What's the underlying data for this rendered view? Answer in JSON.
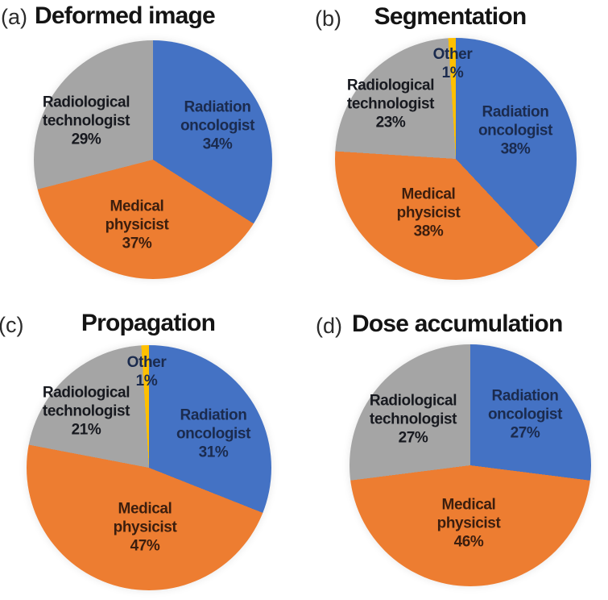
{
  "figure": {
    "panels": [
      {
        "prefix": "(a)",
        "title": "Deformed image"
      },
      {
        "prefix": "(b)",
        "title": "Segmentation"
      },
      {
        "prefix": "(c)",
        "title": "Propagation"
      },
      {
        "prefix": "(d)",
        "title": "Dose accumulation"
      }
    ]
  },
  "colors": {
    "radiation_oncologist": "#4472C4",
    "medical_physicist": "#ED7D31",
    "radiological_technologist": "#A5A5A5",
    "other": "#FFC000"
  },
  "chart_data": [
    {
      "type": "pie",
      "title": "Deformed image",
      "start_angle_deg": 0,
      "direction": "clockwise",
      "legend": "none",
      "label_position": "inside",
      "slices": [
        {
          "name": "Radiation oncologist",
          "pct": 34,
          "color": "#4472C4",
          "label_lines": [
            "Radiation",
            "oncologist"
          ],
          "pct_label": "34%"
        },
        {
          "name": "Medical physicist",
          "pct": 37,
          "color": "#ED7D31",
          "label_lines": [
            "Medical",
            "physicist"
          ],
          "pct_label": "37%"
        },
        {
          "name": "Radiological technologist",
          "pct": 29,
          "color": "#A5A5A5",
          "label_lines": [
            "Radiological",
            "technologist"
          ],
          "pct_label": "29%"
        }
      ]
    },
    {
      "type": "pie",
      "title": "Segmentation",
      "start_angle_deg": 0,
      "direction": "clockwise",
      "legend": "none",
      "label_position": "inside",
      "slices": [
        {
          "name": "Radiation oncologist",
          "pct": 38,
          "color": "#4472C4",
          "label_lines": [
            "Radiation",
            "oncologist"
          ],
          "pct_label": "38%"
        },
        {
          "name": "Medical physicist",
          "pct": 38,
          "color": "#ED7D31",
          "label_lines": [
            "Medical",
            "physicist"
          ],
          "pct_label": "38%"
        },
        {
          "name": "Radiological technologist",
          "pct": 23,
          "color": "#A5A5A5",
          "label_lines": [
            "Radiological",
            "technologist"
          ],
          "pct_label": "23%"
        },
        {
          "name": "Other",
          "pct": 1,
          "color": "#FFC000",
          "label_lines": [
            "Other"
          ],
          "pct_label": "1%"
        }
      ]
    },
    {
      "type": "pie",
      "title": "Propagation",
      "start_angle_deg": 0,
      "direction": "clockwise",
      "legend": "none",
      "label_position": "inside",
      "slices": [
        {
          "name": "Radiation oncologist",
          "pct": 31,
          "color": "#4472C4",
          "label_lines": [
            "Radiation",
            "oncologist"
          ],
          "pct_label": "31%"
        },
        {
          "name": "Medical physicist",
          "pct": 47,
          "color": "#ED7D31",
          "label_lines": [
            "Medical",
            "physicist"
          ],
          "pct_label": "47%"
        },
        {
          "name": "Radiological technologist",
          "pct": 21,
          "color": "#A5A5A5",
          "label_lines": [
            "Radiological",
            "technologist"
          ],
          "pct_label": "21%"
        },
        {
          "name": "Other",
          "pct": 1,
          "color": "#FFC000",
          "label_lines": [
            "Other"
          ],
          "pct_label": "1%"
        }
      ]
    },
    {
      "type": "pie",
      "title": "Dose accumulation",
      "start_angle_deg": 0,
      "direction": "clockwise",
      "legend": "none",
      "label_position": "inside",
      "slices": [
        {
          "name": "Radiation oncologist",
          "pct": 27,
          "color": "#4472C4",
          "label_lines": [
            "Radiation",
            "oncologist"
          ],
          "pct_label": "27%"
        },
        {
          "name": "Medical physicist",
          "pct": 46,
          "color": "#ED7D31",
          "label_lines": [
            "Medical",
            "physicist"
          ],
          "pct_label": "46%"
        },
        {
          "name": "Radiological technologist",
          "pct": 27,
          "color": "#A5A5A5",
          "label_lines": [
            "Radiological",
            "technologist"
          ],
          "pct_label": "27%"
        }
      ]
    }
  ]
}
